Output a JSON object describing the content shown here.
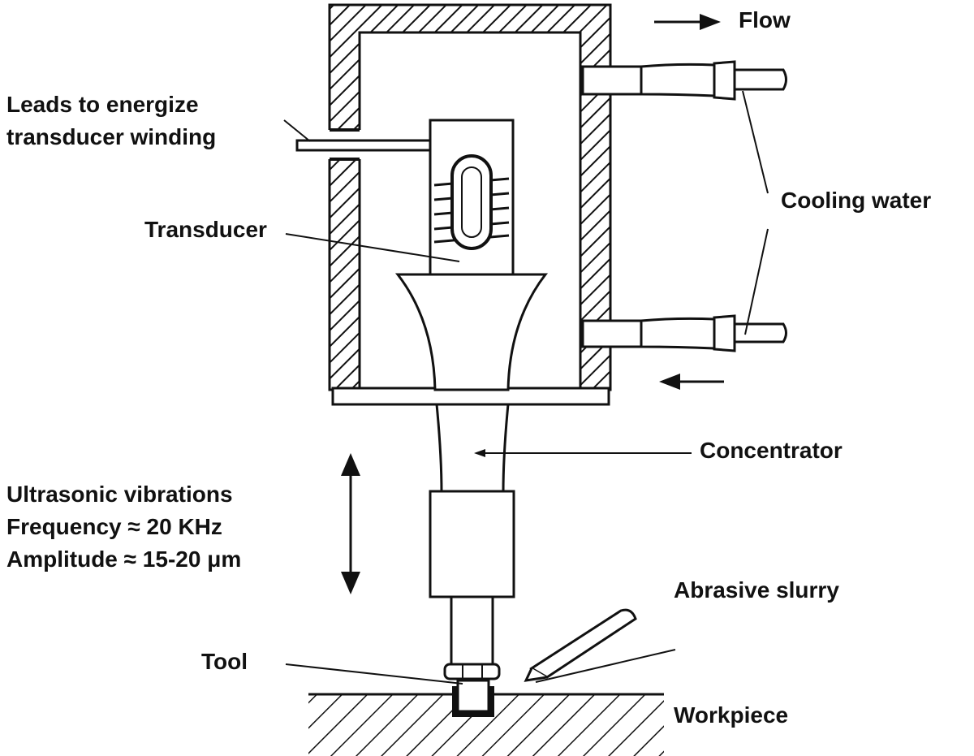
{
  "labels": {
    "flow": "Flow",
    "leads_line1": "Leads to energize",
    "leads_line2": "transducer winding",
    "cooling_water": "Cooling water",
    "transducer": "Transducer",
    "concentrator": "Concentrator",
    "vibrations_line1": "Ultrasonic vibrations",
    "vibrations_line2": "Frequency ≈ 20 KHz",
    "vibrations_line3": "Amplitude ≈ 15-20 μm",
    "abrasive_slurry": "Abrasive slurry",
    "tool": "Tool",
    "workpiece": "Workpiece"
  },
  "colors": {
    "ink": "#111111",
    "background": "#ffffff"
  }
}
